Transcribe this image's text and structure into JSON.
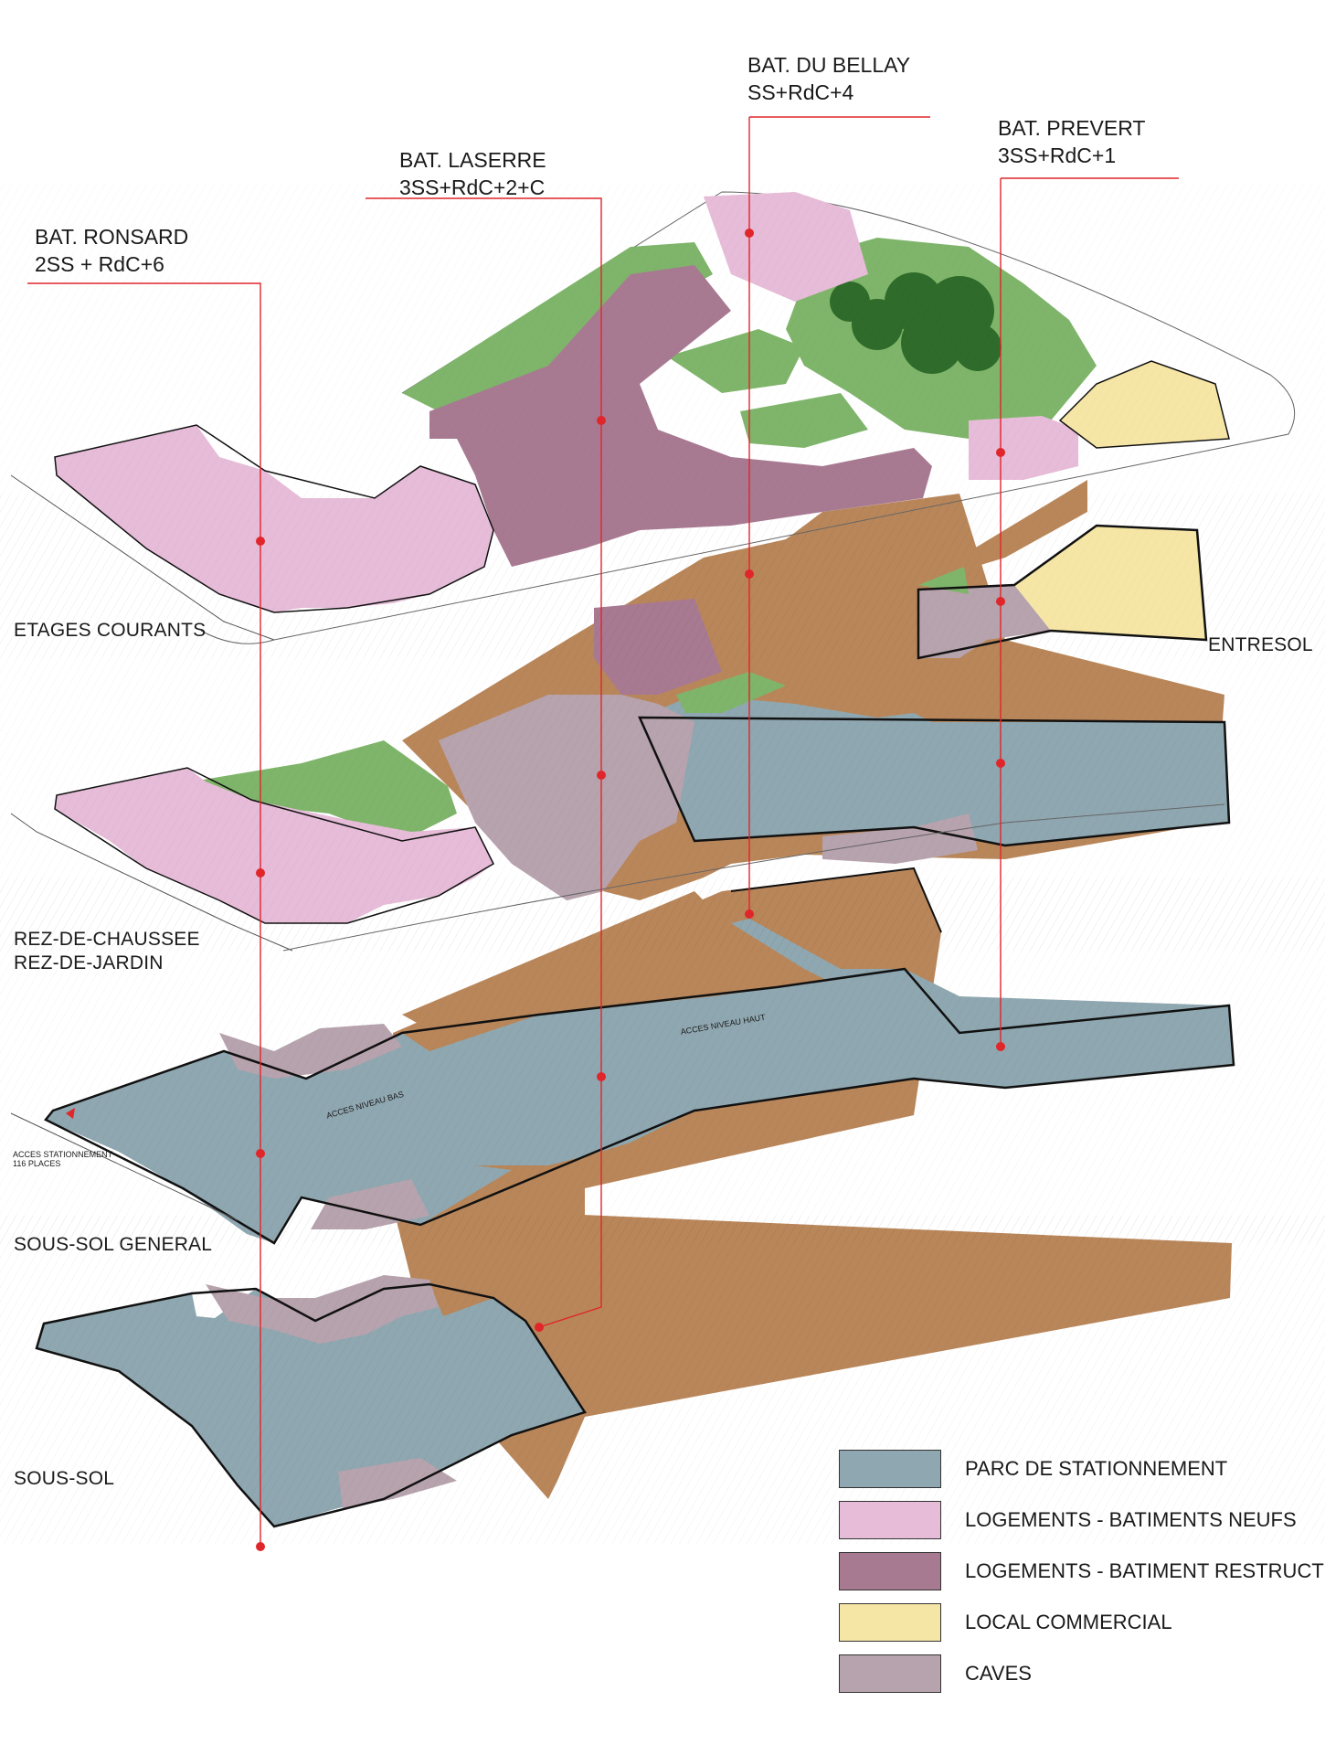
{
  "buildings": [
    {
      "name": "BAT. RONSARD",
      "levels": "2SS + RdC+6"
    },
    {
      "name": "BAT. LASERRE",
      "levels": "3SS+RdC+2+C"
    },
    {
      "name": "BAT. DU BELLAY",
      "levels": "SS+RdC+4"
    },
    {
      "name": "BAT. PREVERT",
      "levels": "3SS+RdC+1"
    }
  ],
  "floors": {
    "etages": "ETAGES COURANTS",
    "entresol": "ENTRESOL",
    "rdc1": "REZ-DE-CHAUSSEE",
    "rdc2": "REZ-DE-JARDIN",
    "ssgeneral": "SOUS-SOL GENERAL",
    "ss": "SOUS-SOL"
  },
  "annotations": {
    "acces_bas": "ACCES NIVEAU BAS",
    "acces_haut": "ACCES NIVEAU HAUT",
    "stationnement_1": "ACCES STATIONNEMENT",
    "stationnement_2": "116 PLACES"
  },
  "legend": [
    {
      "label": "PARC DE STATIONNEMENT",
      "color": "#8fa7b0"
    },
    {
      "label": "LOGEMENTS - BATIMENTS NEUFS",
      "color": "#e6bcd8"
    },
    {
      "label": "LOGEMENTS - BATIMENT RESTRUCTURE",
      "color": "#a87a92"
    },
    {
      "label": "LOCAL COMMERCIAL",
      "color": "#f6e6a6"
    },
    {
      "label": "CAVES",
      "color": "#b7a3ad"
    }
  ],
  "colors": {
    "parking": "#8fa7b0",
    "new_housing": "#e6bcd8",
    "restructured": "#a87a92",
    "commercial": "#f6e6a6",
    "caves": "#b7a3ad",
    "earth": "#b9865a",
    "garden": "#7fb56a",
    "tree": "#2f6b2a",
    "leader": "#e0262a"
  }
}
